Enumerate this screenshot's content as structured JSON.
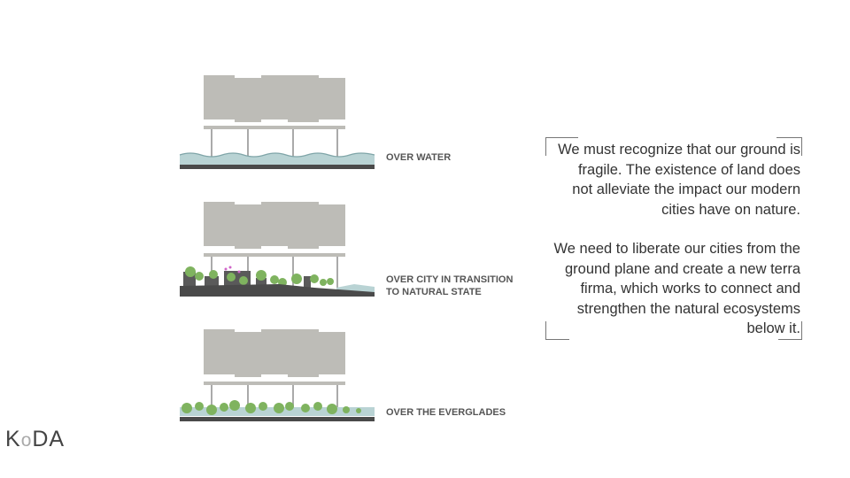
{
  "diagram": {
    "sections": [
      {
        "label_line1": "OVER WATER",
        "label_line2": ""
      },
      {
        "label_line1": "OVER CITY IN TRANSITION",
        "label_line2": "TO NATURAL STATE"
      },
      {
        "label_line1": "OVER THE EVERGLADES",
        "label_line2": ""
      }
    ]
  },
  "statement": {
    "paragraph1": "We must recognize that our ground is fragile. The existence of land does not alleviate the impact our modern cities have on nature.",
    "paragraph2": "We need to liberate our cities from the ground plane and create a new terra firma, which works to connect and strengthen the natural ecosystems below it."
  },
  "logo": {
    "k": "K",
    "o": "o",
    "da": "DA"
  },
  "colors": {
    "building": "#bdbcb7",
    "water": "#b9d3d4",
    "ground": "#4a4a4a",
    "vegetation": "#7fb35f",
    "accent": "#d066c8"
  }
}
